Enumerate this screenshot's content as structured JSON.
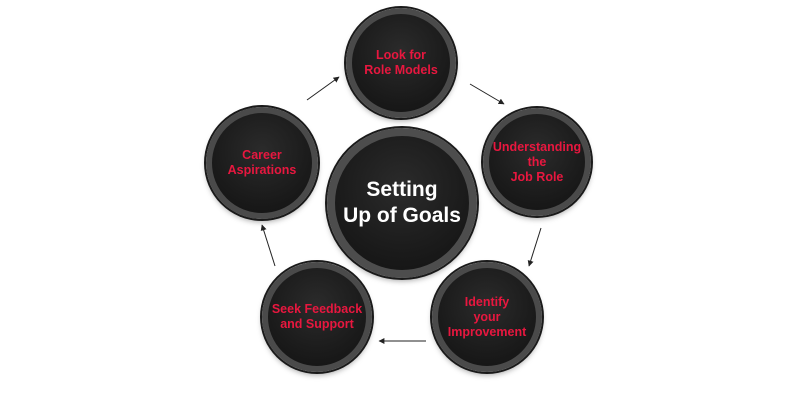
{
  "center": {
    "label": "Setting\nUp of Goals"
  },
  "steps": [
    {
      "label": "Look for\nRole Models"
    },
    {
      "label": "Understanding\nthe\nJob  Role"
    },
    {
      "label": "Identify\nyour\nImprovement"
    },
    {
      "label": "Seek Feedback\nand Support"
    },
    {
      "label": "Career\nAspirations"
    }
  ],
  "colors": {
    "step_text": "#e8173f",
    "center_text": "#ffffff",
    "circle_fill": "#1b1b1b",
    "circle_ring": "#4a4a4a",
    "arrow": "#222222"
  }
}
